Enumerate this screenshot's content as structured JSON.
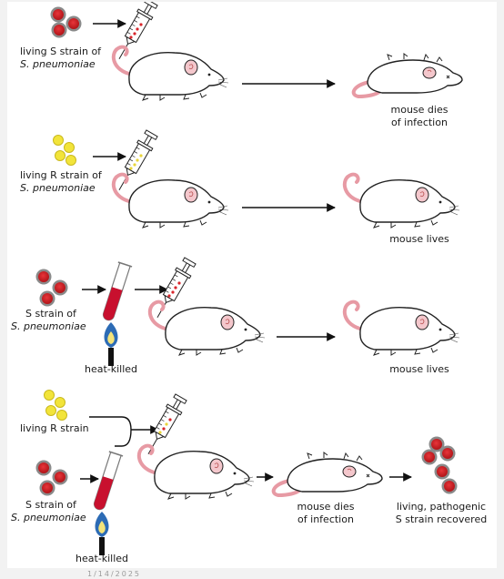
{
  "colors": {
    "s_strain": "#d8262c",
    "r_strain": "#f2e43a",
    "mouse_ear": "#f4c7cc",
    "tail": "#e79aa4",
    "flame": "#2c6bb5",
    "blood": "#c8102e"
  },
  "icons": [
    "syringe-icon",
    "mouse-icon",
    "test-tube-icon",
    "flame-icon",
    "bacteria-cell-icon"
  ],
  "rows": [
    {
      "strain_label_line1": "living S strain of",
      "strain_label_line2": "S. pneumoniae",
      "outcome_line1": "mouse dies",
      "outcome_line2": "of infection"
    },
    {
      "strain_label_line1": "living R strain of",
      "strain_label_line2": "S. pneumoniae",
      "outcome_line1": "mouse lives"
    },
    {
      "strain_label_line1": "S strain of",
      "strain_label_line2": "S. pneumoniae",
      "treatment": "heat-killed",
      "outcome_line1": "mouse lives"
    },
    {
      "r_strain_label": "living R strain",
      "strain_label_line1": "S strain of",
      "strain_label_line2": "S. pneumoniae",
      "treatment": "heat-killed",
      "outcome_line1": "mouse dies",
      "outcome_line2": "of infection",
      "recovered_line1": "living, pathogenic",
      "recovered_line2": "S strain recovered"
    }
  ],
  "footer": "1/14/2025"
}
